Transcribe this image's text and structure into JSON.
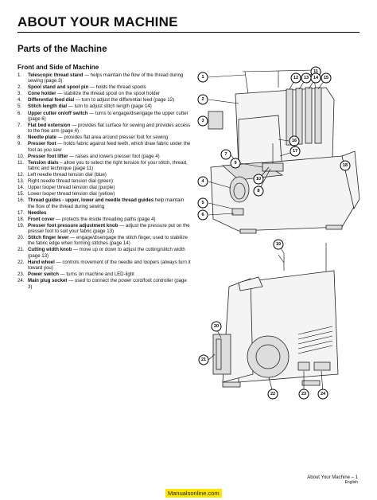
{
  "header": {
    "title": "ABOUT YOUR MACHINE",
    "section": "Parts of the Machine",
    "subsection": "Front and Side of Machine"
  },
  "parts": [
    {
      "num": "1.",
      "name": "Telescopic thread stand",
      "desc": " — helps maintain the flow of the thread during sewing (page 3)"
    },
    {
      "num": "2.",
      "name": "Spool stand and spool pin",
      "desc": " — holds the thread spools"
    },
    {
      "num": "3.",
      "name": "Cone holder",
      "desc": " — stabilize the thread spool on the spool holder"
    },
    {
      "num": "4.",
      "name": "Differential feed dial",
      "desc": " — turn to adjust the differential feed (page 12)"
    },
    {
      "num": "5.",
      "name": "Stitch length dial",
      "desc": " — turn to adjust stitch length (page 14)"
    },
    {
      "num": "6.",
      "name": "Upper cutter on/off switch",
      "desc": " — turns to engage/disengage the upper cutter (page 6)"
    },
    {
      "num": "7.",
      "name": "Flat bed extension",
      "desc": " — provides flat surface for sewing and provides access to the free arm (page 4)"
    },
    {
      "num": "8.",
      "name": "Needle plate",
      "desc": " — provides flat area around presser foot for sewing"
    },
    {
      "num": "9.",
      "name": "Presser foot",
      "desc": " — holds fabric against feed teeth, which draw fabric under the foot as you sew"
    },
    {
      "num": "10.",
      "name": "Presser foot lifter",
      "desc": " — raises and lowers presser foot (page 4)"
    },
    {
      "num": "11.",
      "name": "Tension dials",
      "desc": " – allow you to select the right tension for your stitch, thread, fabric and technique (page 11)"
    },
    {
      "num": "12.",
      "name": "",
      "desc": "Left needle thread tension dial (blue)"
    },
    {
      "num": "13.",
      "name": "",
      "desc": "Right needle thread tension dial (green)"
    },
    {
      "num": "14.",
      "name": "",
      "desc": "Upper looper thread tension dial (purple)"
    },
    {
      "num": "15.",
      "name": "",
      "desc": "Lower looper thread tension dial (yellow)"
    },
    {
      "num": "16.",
      "name": "Thread guides - upper, lower and needle thread guides",
      "desc": " help maintain the flow of the thread during sewing"
    },
    {
      "num": "17.",
      "name": "Needles",
      "desc": ""
    },
    {
      "num": "18.",
      "name": "Front cover",
      "desc": " — protects the inside threading paths (page 4)"
    },
    {
      "num": "19.",
      "name": "Presser foot pressure adjustment knob",
      "desc": " — adjust the pressure put on the presser foot to suit your fabric (page 13)"
    },
    {
      "num": "20.",
      "name": "Stitch finger lever",
      "desc": " — engage/disengage the stitch finger, used to stabilize the fabric edge when forming stitches (page 14)"
    },
    {
      "num": "21.",
      "name": "Cutting width knob",
      "desc": " — move up or down to adjust the cutting/stitch width (page 13)"
    },
    {
      "num": "22.",
      "name": "Hand wheel",
      "desc": " — controls movement of the needle and loopers (always turn it toward you)"
    },
    {
      "num": "23.",
      "name": "Power switch",
      "desc": " — turns on machine and LED-light"
    },
    {
      "num": "24.",
      "name": "Main plug socket",
      "desc": " — used to connect the power cord/foot controller (page 3)"
    }
  ],
  "callouts": [
    "1",
    "2",
    "3",
    "4",
    "5",
    "6",
    "7",
    "8",
    "9",
    "10",
    "11",
    "12",
    "13",
    "14",
    "15",
    "16",
    "17",
    "18",
    "19",
    "20",
    "21",
    "22",
    "23",
    "24"
  ],
  "footer": {
    "page": "About Your Machine – 1",
    "lang": "English"
  },
  "watermark": "Manualsonline.com"
}
